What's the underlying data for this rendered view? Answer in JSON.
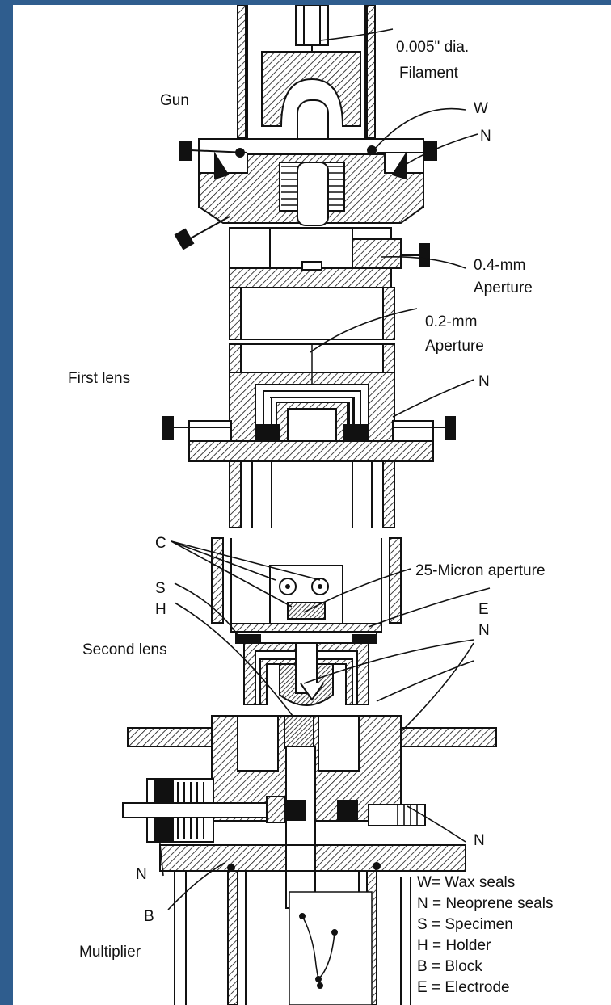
{
  "colors": {
    "border": "#2f5d8e",
    "ink": "#111111",
    "paper": "#ffffff"
  },
  "labels": {
    "filament_dia": "0.005\" dia.",
    "filament": "Filament",
    "gun": "Gun",
    "w": "W",
    "n_top": "N",
    "aperture_04_size": "0.4-mm",
    "aperture_04": "Aperture",
    "aperture_02_size": "0.2-mm",
    "aperture_02": "Aperture",
    "first_lens": "First lens",
    "n_first": "N",
    "c": "C",
    "aperture_25": "25-Micron aperture",
    "s": "S",
    "h": "H",
    "e": "E",
    "n_second": "N",
    "second_lens": "Second lens",
    "n_right": "N",
    "n_left": "N",
    "b": "B",
    "multiplier": "Multiplier"
  },
  "legend": [
    "W= Wax seals",
    "N = Neoprene seals",
    "S = Specimen",
    "H = Holder",
    "B = Block",
    "E = Electrode"
  ]
}
